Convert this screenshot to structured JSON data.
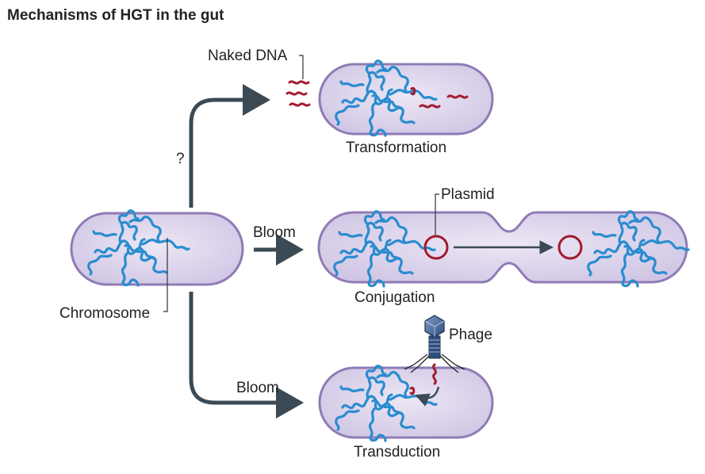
{
  "figure": {
    "title": "Mechanisms of HGT in the gut",
    "labels": {
      "naked_dna": "Naked DNA",
      "transformation": "Transformation",
      "question": "?",
      "plasmid": "Plasmid",
      "bloom_conjugation": "Bloom",
      "conjugation": "Conjugation",
      "chromosome": "Chromosome",
      "phage": "Phage",
      "bloom_transduction": "Bloom",
      "transduction": "Transduction"
    },
    "colors": {
      "cell_fill": "#d9d1ea",
      "cell_outline": "#8f7bb5",
      "chromosome": "#2a8ccf",
      "dna": "#a31a2e",
      "arrow": "#3b4a55",
      "phage_head": "#4a6fa0"
    }
  }
}
